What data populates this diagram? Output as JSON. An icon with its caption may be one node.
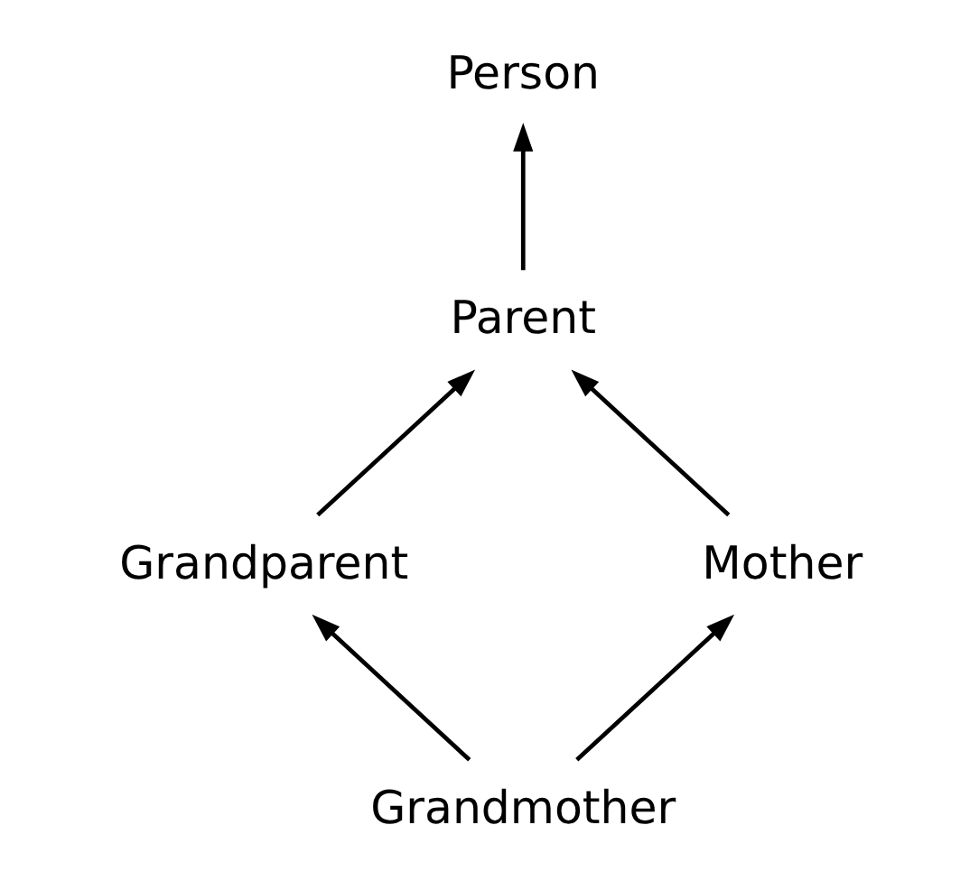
{
  "diagram": {
    "nodes": [
      {
        "text": [
          "Person"
        ]
      },
      {
        "text": [
          "Parent"
        ]
      },
      {
        "text": [
          "Grandparent"
        ]
      },
      {
        "text": [
          "Mother"
        ]
      },
      {
        "text": [
          "Grandmother"
        ]
      }
    ],
    "edges": [
      {
        "from": 1,
        "to": 0,
        "arrow": "to"
      },
      {
        "from": 2,
        "to": 1,
        "arrow": "to"
      },
      {
        "from": 3,
        "to": 1,
        "arrow": "to"
      },
      {
        "from": 4,
        "to": 2,
        "arrow": "to"
      },
      {
        "from": 4,
        "to": 3,
        "arrow": "to"
      }
    ]
  }
}
